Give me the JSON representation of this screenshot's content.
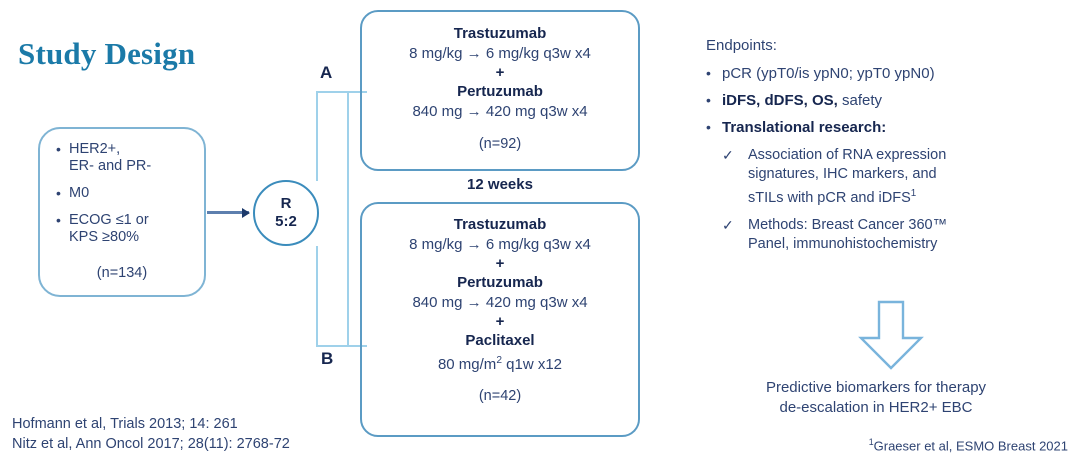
{
  "title": "Study Design",
  "eligibility": {
    "items": [
      "HER2+,\nER- and PR-",
      "M0",
      "ECOG ≤1 or\nKPS ≥80%"
    ],
    "bullet": "•",
    "n_label": "(n=134)"
  },
  "randomization": {
    "label": "R",
    "ratio": "5:2"
  },
  "arms": {
    "a_letter": "A",
    "b_letter": "B",
    "duration_label": "12 weeks",
    "arm_a": {
      "drug1_name": "Trastuzumab",
      "drug1_dose": "8 mg/kg → 6 mg/kg q3w x4",
      "plus1": "+",
      "drug2_name": "Pertuzumab",
      "drug2_dose": "840 mg → 420 mg q3w x4",
      "n_label": "(n=92)"
    },
    "arm_b": {
      "drug1_name": "Trastuzumab",
      "drug1_dose": "8 mg/kg → 6 mg/kg q3w x4",
      "plus1": "+",
      "drug2_name": "Pertuzumab",
      "drug2_dose": "840 mg → 420 mg q3w x4",
      "plus2": "+",
      "drug3_name": "Paclitaxel",
      "drug3_dose_pre": "80 mg/m",
      "drug3_dose_sup": "2",
      "drug3_dose_post": " q1w x12",
      "n_label": "(n=42)"
    }
  },
  "endpoints": {
    "heading": "Endpoints:",
    "bullet": "•",
    "check": "✓",
    "item1": "pCR (ypT0/is ypN0; ypT0 ypN0)",
    "item2_bold": "iDFS, dDFS, OS,",
    "item2_rest": " safety",
    "item3_bold": "Translational research:",
    "sub1_pre": "Association of RNA expression\nsignatures, IHC markers, and\nsTILs with pCR and iDFS",
    "sub1_sup": "1",
    "sub2": "Methods: Breast Cancer 360™\nPanel, immunohistochemistry"
  },
  "conclusion": "Predictive biomarkers for therapy\nde-escalation in HER2+ EBC",
  "footer": {
    "left": "Hofmann et al, Trials 2013; 14: 261\nNitz et al, Ann Oncol 2017; 28(11): 2768-72",
    "right_sup": "1",
    "right_text": "Graeser et al, ESMO Breast 2021"
  },
  "colors": {
    "title": "#1b7aa8",
    "body": "#2e4372",
    "dark": "#16264f",
    "box_border": "#5b9bc4",
    "bracket": "#9fd1ea"
  }
}
